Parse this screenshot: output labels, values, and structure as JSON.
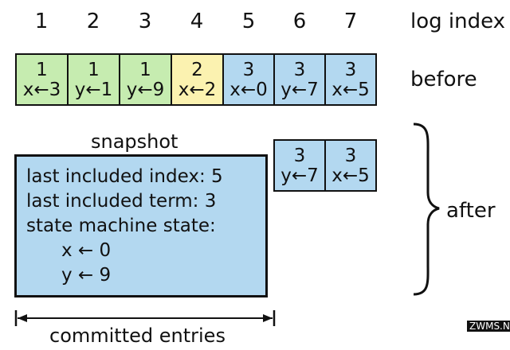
{
  "log_index": {
    "label": "log index",
    "numbers": [
      "1",
      "2",
      "3",
      "4",
      "5",
      "6",
      "7"
    ]
  },
  "before": {
    "label": "before",
    "entries": [
      {
        "term": "1",
        "cmd": "x←3",
        "color": "#c6ecb0"
      },
      {
        "term": "1",
        "cmd": "y←1",
        "color": "#c6ecb0"
      },
      {
        "term": "1",
        "cmd": "y←9",
        "color": "#c6ecb0"
      },
      {
        "term": "2",
        "cmd": "x←2",
        "color": "#fbf2b0"
      },
      {
        "term": "3",
        "cmd": "x←0",
        "color": "#b3d8f0"
      },
      {
        "term": "3",
        "cmd": "y←7",
        "color": "#b3d8f0"
      },
      {
        "term": "3",
        "cmd": "x←5",
        "color": "#b3d8f0"
      }
    ]
  },
  "after": {
    "label": "after",
    "entries": [
      {
        "term": "3",
        "cmd": "y←7",
        "color": "#b3d8f0"
      },
      {
        "term": "3",
        "cmd": "x←5",
        "color": "#b3d8f0"
      }
    ]
  },
  "snapshot": {
    "title": "snapshot",
    "last_included_index": "last included index: 5",
    "last_included_term": "last included term: 3",
    "state_label": "state machine state:",
    "state_x": "x ← 0",
    "state_y": "y ← 9",
    "color": "#b3d8f0"
  },
  "committed_label": "committed entries",
  "watermark": "ZWMS.NET"
}
